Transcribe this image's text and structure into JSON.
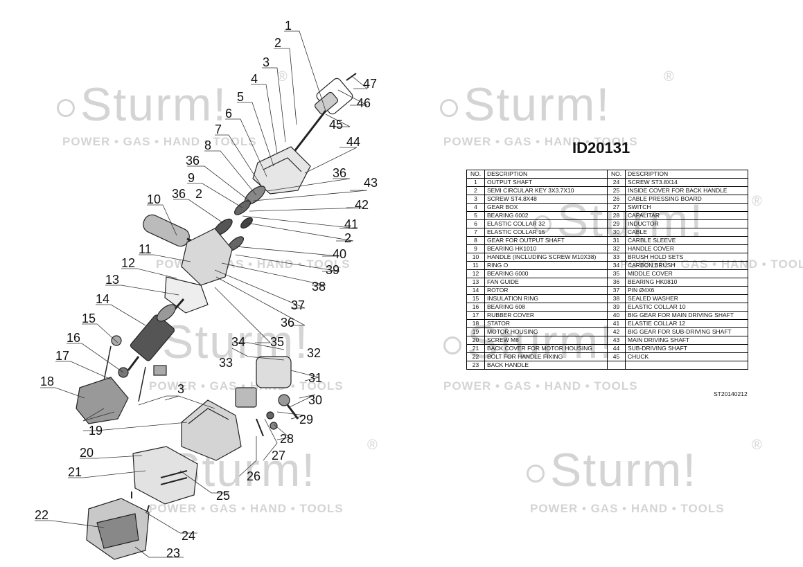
{
  "document": {
    "title": "ID20131",
    "code": "ST20140212"
  },
  "watermark": {
    "brand": "Sturm!",
    "registered": "®",
    "tagline": "POWER • GAS • HAND • TOOLS"
  },
  "table": {
    "headers": [
      "NO.",
      "DESCRIPTION",
      "NO.",
      "DESCRIPTION"
    ],
    "rows": [
      [
        "1",
        "OUTPUT SHAFT",
        "24",
        "SCREW ST3.8X14"
      ],
      [
        "2",
        "SEMI CIRCULAR KEY 3X3.7X10",
        "25",
        "INSIDE COVER FOR BACK HANDLE"
      ],
      [
        "3",
        "SCREW ST4.8X48",
        "26",
        "CABLE PRESSING BOARD"
      ],
      [
        "4",
        "GEAR BOX",
        "27",
        "SWITCH"
      ],
      [
        "5",
        "BEARING 6002",
        "28",
        "CAPALITAR"
      ],
      [
        "6",
        "ELASTIC COLLAR 32",
        "29",
        "INDUCTOR"
      ],
      [
        "7",
        "ELASTIC COLLAR 15",
        "30",
        "CABLE"
      ],
      [
        "8",
        "GEAR FOR OUTPUT SHAFT",
        "31",
        "CARBLE SLEEVE"
      ],
      [
        "9",
        "BEARING HK1010",
        "32",
        "HANDLE COVER"
      ],
      [
        "10",
        "HANDLE (INCLUDING SCREW M10X38)",
        "33",
        "BRUSH HOLD SETS"
      ],
      [
        "11",
        "RING O",
        "34",
        "CARBON BRUSH"
      ],
      [
        "12",
        "BEARING 6000",
        "35",
        "MIDDLE COVER"
      ],
      [
        "13",
        "FAN GUIDE",
        "36",
        "BEARING HK0810"
      ],
      [
        "14",
        "ROTOR",
        "37",
        "PIN Ø4X6"
      ],
      [
        "15",
        "INSULATION RING",
        "38",
        "SEALED WASHER"
      ],
      [
        "16",
        "BEARING 608",
        "39",
        "ELASTIC COLLAR 10"
      ],
      [
        "17",
        "RUBBER COVER",
        "40",
        "BIG GEAR FOR MAIN DRIVING SHAFT"
      ],
      [
        "18",
        "STATOR",
        "41",
        "ELASTIE COLLAR 12"
      ],
      [
        "19",
        "MOTOR HOUSING",
        "42",
        "BIG GEAR FOR SUB-DRIVING SHAFT"
      ],
      [
        "20",
        "SCREW M8",
        "43",
        "MAIN DRIVING SHAFT"
      ],
      [
        "21",
        "BACK COVER FOR MOTOR HOUSING",
        "44",
        "SUB-DRIVING SHAFT"
      ],
      [
        "22",
        "BOLT FOR HANDLE FIXING",
        "45",
        "CHUCK"
      ],
      [
        "23",
        "BACK HANDLE",
        "",
        ""
      ]
    ]
  },
  "callouts": [
    "1",
    "2",
    "3",
    "4",
    "5",
    "6",
    "7",
    "8",
    "36",
    "9",
    "36",
    "2",
    "10",
    "11",
    "12",
    "13",
    "14",
    "15",
    "16",
    "17",
    "18",
    "19",
    "20",
    "21",
    "22",
    "23",
    "24",
    "25",
    "26",
    "27",
    "28",
    "29",
    "30",
    "31",
    "32",
    "33",
    "34",
    "35",
    "36",
    "37",
    "38",
    "39",
    "40",
    "2",
    "41",
    "42",
    "43",
    "36",
    "44",
    "45",
    "46",
    "47",
    "3"
  ]
}
